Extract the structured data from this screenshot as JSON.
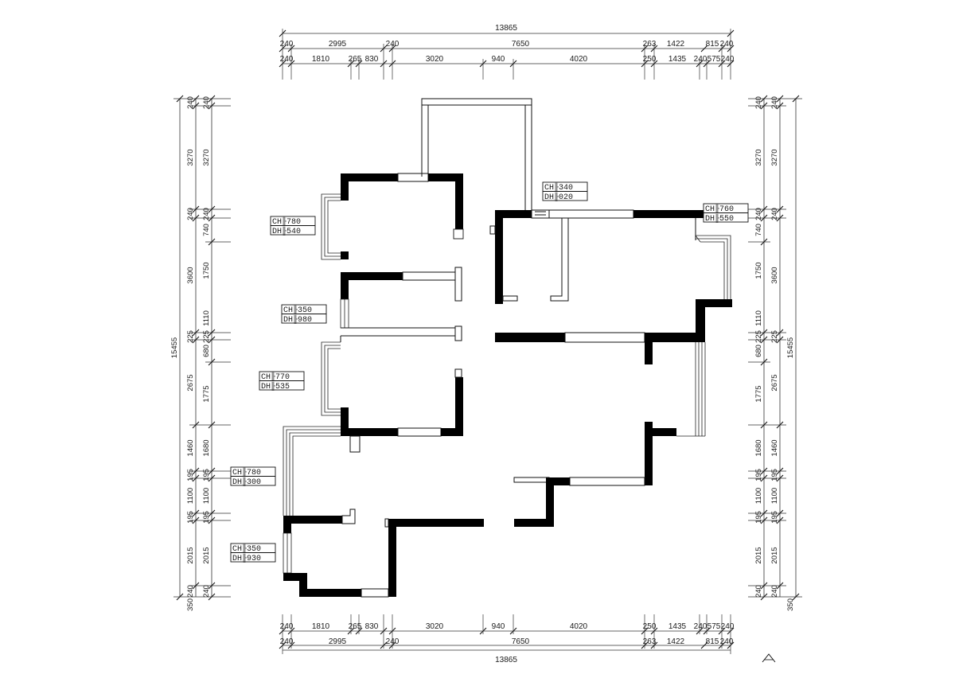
{
  "top_dims": {
    "total": "13865",
    "row1": [
      "240",
      "2995",
      "240",
      "7650",
      "263",
      "1422",
      "815",
      "240"
    ],
    "row2": [
      "240",
      "1810",
      "265",
      "830",
      "3020",
      "940",
      "4020",
      "250",
      "1435",
      "240",
      "575",
      "240"
    ]
  },
  "bottom_dims": {
    "total": "13865",
    "row1": [
      "240",
      "2995",
      "240",
      "7650",
      "263",
      "1422",
      "815",
      "240"
    ],
    "row2": [
      "240",
      "1810",
      "265",
      "830",
      "3020",
      "940",
      "4020",
      "250",
      "1435",
      "240",
      "575",
      "240"
    ]
  },
  "left_dims": {
    "total": "15455",
    "col_outer": [
      "240",
      "3270",
      "240",
      "3600",
      "225",
      "2675",
      "1460",
      "195",
      "1100",
      "195",
      "2015",
      "240",
      "350"
    ],
    "col_inner": [
      "240",
      "3270",
      "240",
      "740",
      "1750",
      "1110",
      "225",
      "680",
      "1775",
      "1680",
      "195",
      "1100",
      "195",
      "2015",
      "240"
    ]
  },
  "right_dims": {
    "total": "15455",
    "col_outer": [
      "240",
      "3270",
      "240",
      "3600",
      "225",
      "2675",
      "1460",
      "195",
      "1100",
      "195",
      "2015",
      "240",
      "350"
    ],
    "col_inner": [
      "240",
      "3270",
      "240",
      "740",
      "1750",
      "1110",
      "225",
      "680",
      "1775",
      "1680",
      "195",
      "1100",
      "195",
      "2015",
      "240"
    ]
  },
  "openings": [
    {
      "ch": "CH╟780",
      "dh": "DH╟540"
    },
    {
      "ch": "CH╟350",
      "dh": "DH╟980"
    },
    {
      "ch": "CH╟770",
      "dh": "DH╟535"
    },
    {
      "ch": "CH╟780",
      "dh": "DH╟300"
    },
    {
      "ch": "CH╟350",
      "dh": "DH╟930"
    },
    {
      "ch": "CH╟340",
      "dh": "DH╟020"
    },
    {
      "ch": "CH╟760",
      "dh": "DH╟550"
    }
  ],
  "icons": {
    "north": "north-arrow-icon"
  }
}
